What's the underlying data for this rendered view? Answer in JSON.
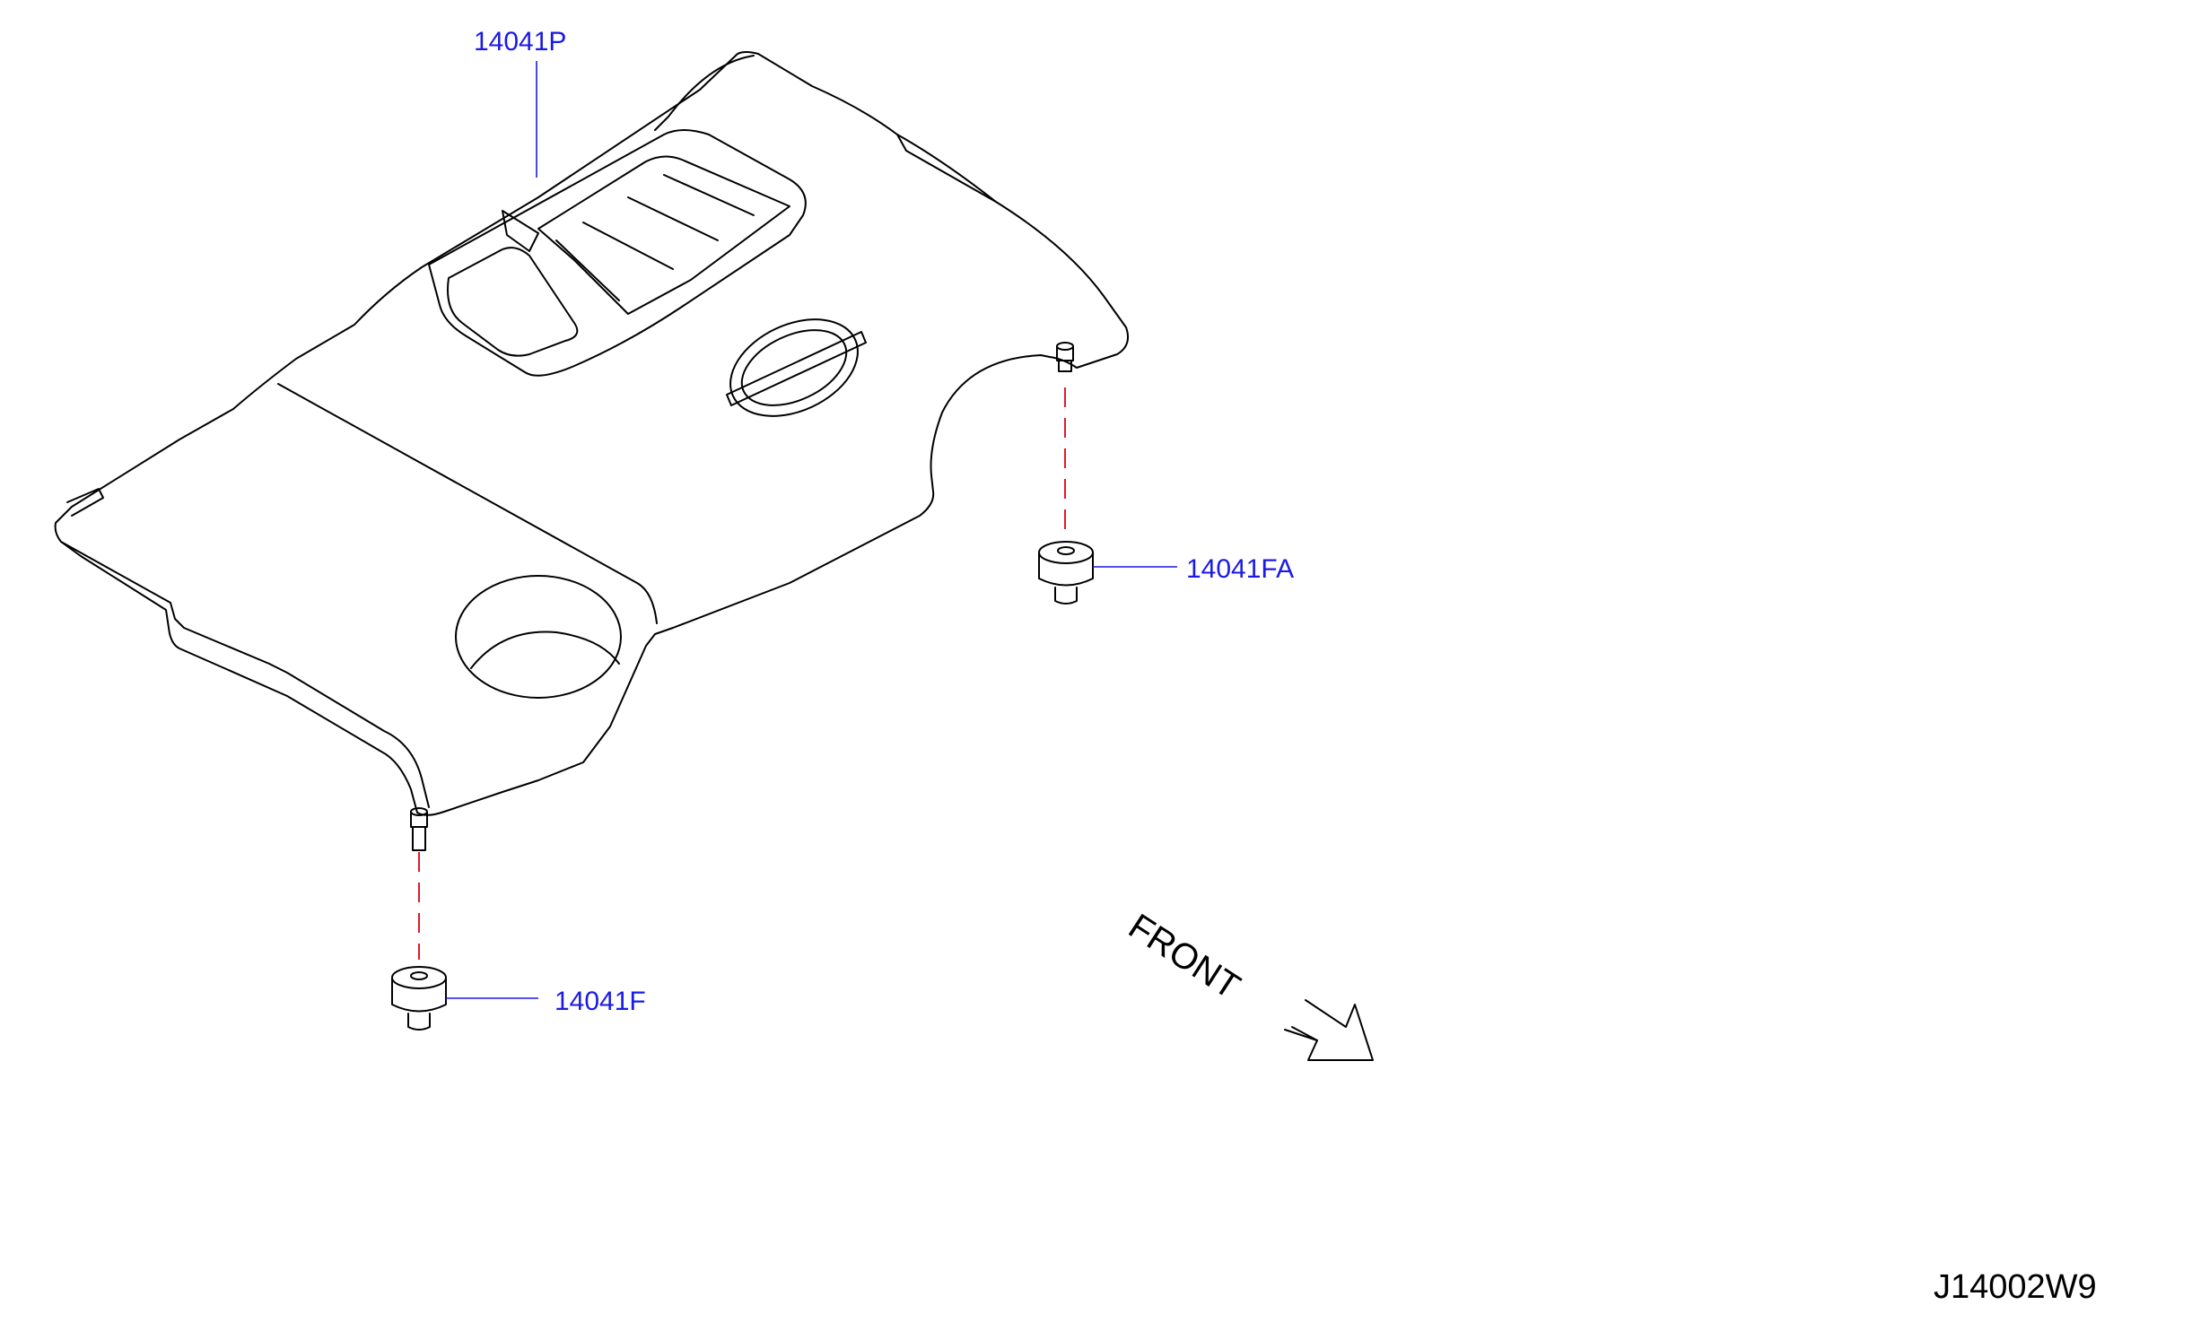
{
  "diagram": {
    "parts": [
      {
        "id": "cover",
        "label": "14041P"
      },
      {
        "id": "grommet_rear",
        "label": "14041FA"
      },
      {
        "id": "grommet_front",
        "label": "14041F"
      }
    ],
    "direction_label": "FRONT",
    "reference_code": "J14002W9",
    "colors": {
      "callout_text": "#1a1ae6",
      "leader_line": "#1a1ae6",
      "assembly_dash": "#e0192b",
      "linework": "#000000"
    }
  }
}
